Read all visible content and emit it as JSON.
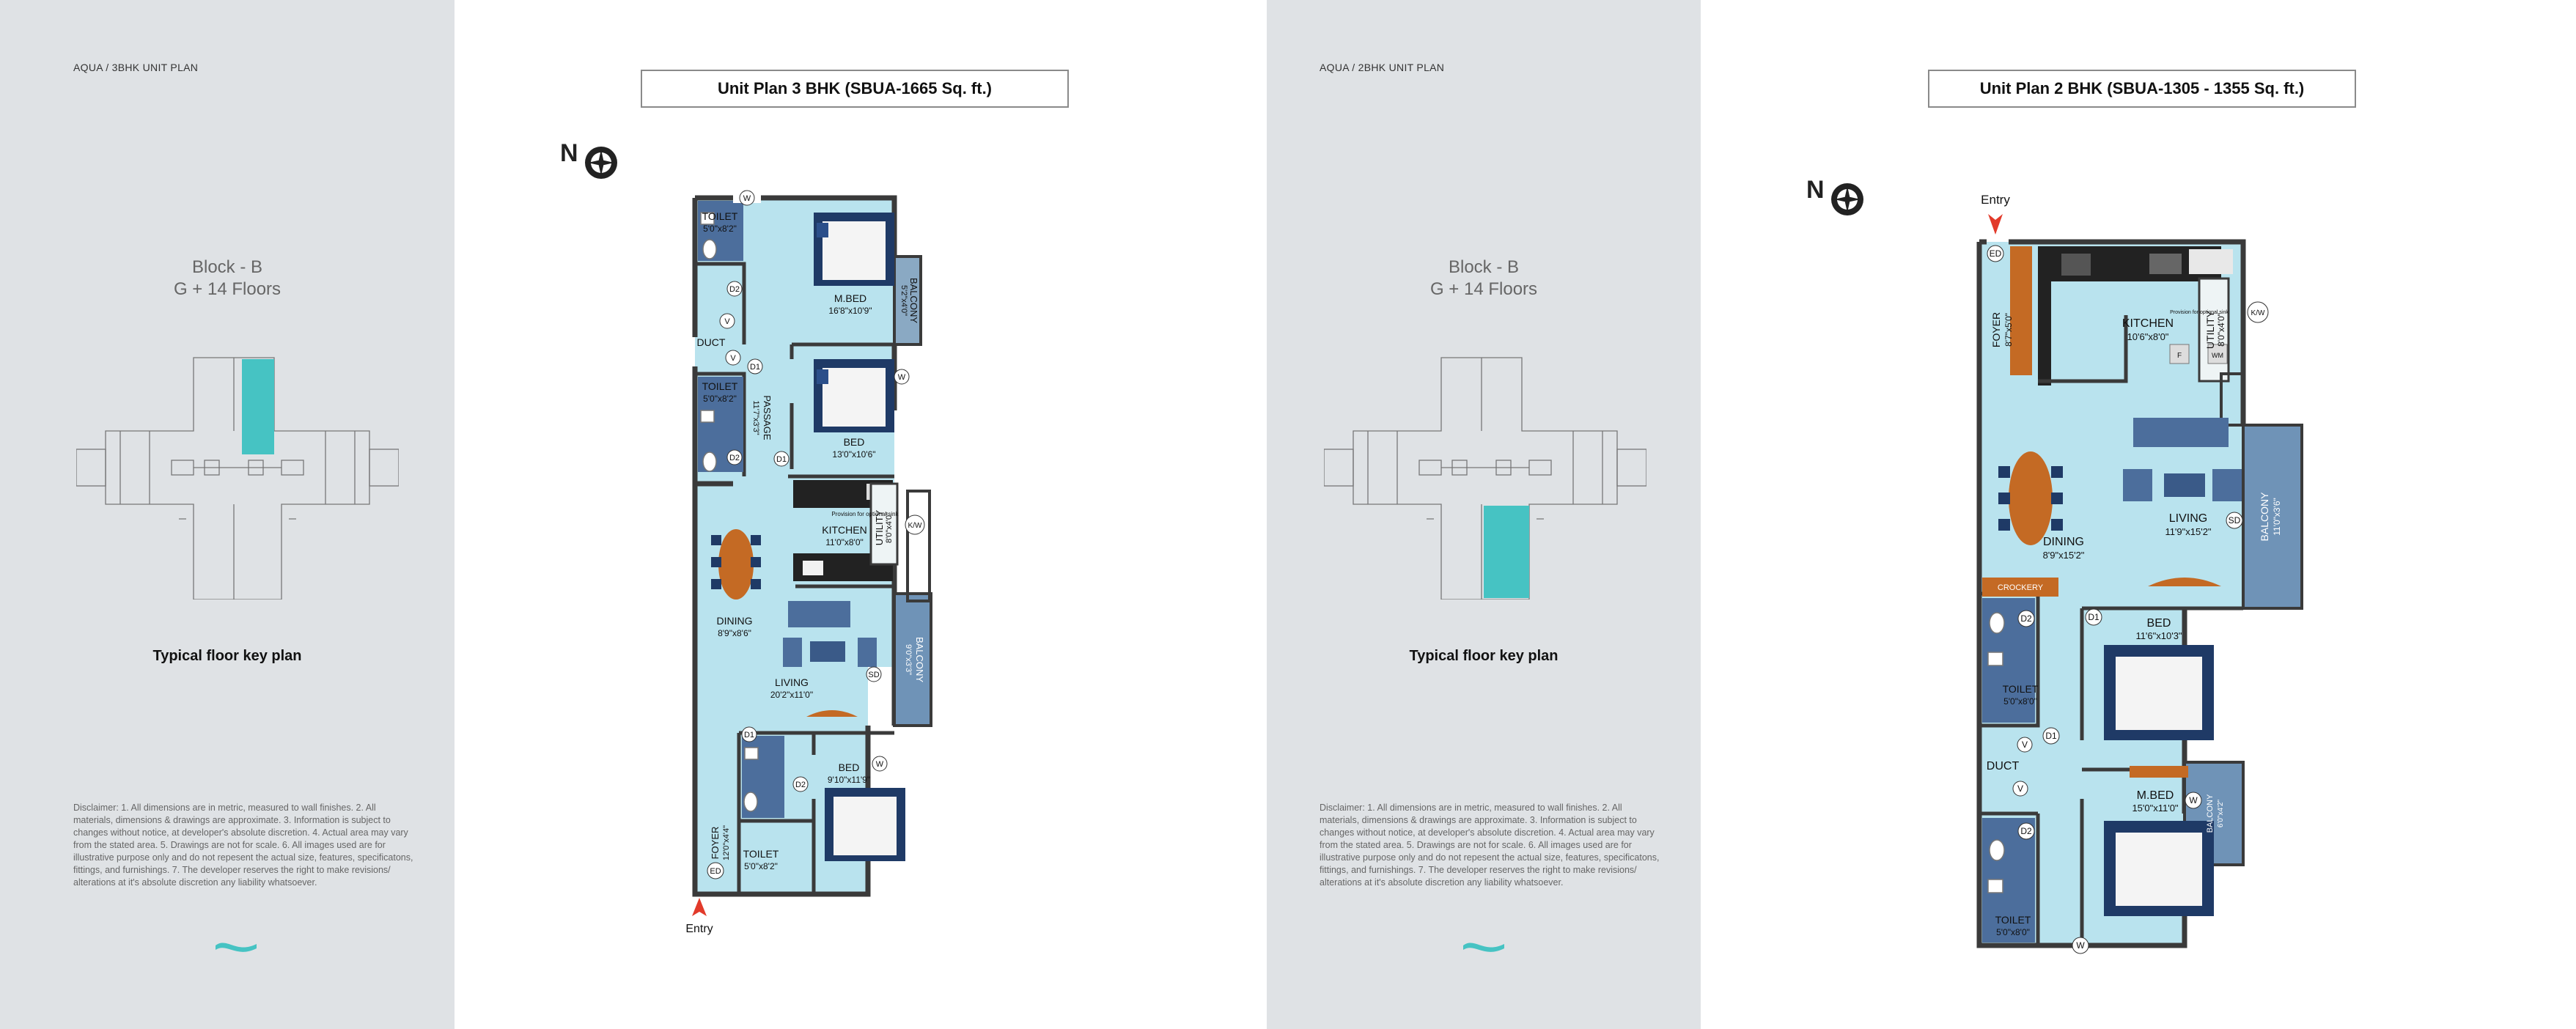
{
  "left_panel": {
    "breadcrumb": "AQUA  /  3BHK UNIT PLAN",
    "block": "Block - B",
    "floors": "G + 14 Floors",
    "keyplan_title": "Typical floor key plan",
    "disclaimer": "Disclaimer: 1. All dimensions are in metric, measured to wall finishes. 2. All materials, dimensions & drawings are approximate. 3. Information is subject to changes without notice, at developer's absolute discretion. 4. Actual area may vary from the stated area. 5. Drawings are not for scale. 6. All images used are for illustrative purpose only and do not repesent the actual size, features, specificatons, fittings, and furnishings. 7. The developer reserves the right to make revisions/ alterations at it's absolute discretion any liability whatsoever."
  },
  "plan_3bhk": {
    "title": "Unit Plan 3 BHK (SBUA-1665 Sq. ft.)",
    "north": "N",
    "entry": "Entry",
    "rooms": {
      "toilet1": "TOILET",
      "toilet1_dim": "5'0\"x8'2\"",
      "duct": "DUCT",
      "toilet2": "TOILET",
      "toilet2_dim": "5'0\"x8'2\"",
      "mbed": "M.BED",
      "mbed_dim": "16'8\"x10'9\"",
      "balcony1": "BALCONY",
      "balcony1_dim": "5'2\"x4'0\"",
      "passage": "PASSAGE",
      "passage_dim": "11'7\"x3'3\"",
      "bed": "BED",
      "bed_dim": "13'0\"x10'6\"",
      "kitchen": "KITCHEN",
      "kitchen_dim": "11'0\"x8'0\"",
      "utility": "UTILITY",
      "utility_dim": "8'0\"x4'0\"",
      "provision": "Provision for optional sink",
      "dining": "DINING",
      "dining_dim": "8'9\"x8'6\"",
      "living": "LIVING",
      "living_dim": "20'2\"x11'0\"",
      "balcony2": "BALCONY",
      "balcony2_dim": "9'0\"x3'3\"",
      "bed2": "BED",
      "bed2_dim": "9'10\"x11'9\"",
      "toilet3": "TOILET",
      "toilet3_dim": "5'0\"x8'2\"",
      "foyer": "FOYER",
      "foyer_dim": "12'0\"x4'4\""
    },
    "tags": {
      "w": "W",
      "v": "V",
      "d1": "D1",
      "d2": "D2",
      "kw": "K/W",
      "sd": "SD",
      "ed": "ED"
    }
  },
  "right_panel": {
    "breadcrumb": "AQUA  /  2BHK UNIT PLAN",
    "block": "Block - B",
    "floors": "G + 14 Floors",
    "keyplan_title": "Typical floor key plan",
    "disclaimer": "Disclaimer: 1. All dimensions are in metric, measured to wall finishes. 2. All materials, dimensions & drawings are approximate. 3. Information is subject to changes without notice, at developer's absolute discretion. 4. Actual area may vary from the stated area. 5. Drawings are not for scale. 6. All images used are for illustrative purpose only and do not repesent the actual size, features, specificatons, fittings, and furnishings. 7. The developer reserves the right to make revisions/ alterations at it's absolute discretion any liability whatsoever."
  },
  "plan_2bhk": {
    "title": "Unit Plan 2 BHK (SBUA-1305  - 1355 Sq. ft.)",
    "north": "N",
    "entry": "Entry",
    "rooms": {
      "foyer": "FOYER",
      "foyer_dim": "8'7\"x5'0\"",
      "kitchen": "KITCHEN",
      "kitchen_dim": "10'6\"x8'0\"",
      "utility": "UTILITY",
      "utility_dim": "8'0\"x4'0\"",
      "provision": "Provision for optional sink",
      "dining": "DINING",
      "dining_dim": "8'9\"x15'2\"",
      "living": "LIVING",
      "living_dim": "11'9\"x15'2\"",
      "balcony1": "BALCONY",
      "balcony1_dim": "11'0\"x3'6\"",
      "crockery": "CROCKERY",
      "bed": "BED",
      "bed_dim": "11'6\"x10'3\"",
      "toilet1": "TOILET",
      "toilet1_dim": "5'0\"x8'0\"",
      "duct": "DUCT",
      "mbed": "M.BED",
      "mbed_dim": "15'0\"x11'0\"",
      "balcony2": "BALCONY",
      "balcony2_dim": "6'0\"x4'2\"",
      "toilet2": "TOILET",
      "toilet2_dim": "5'0\"x8'0\""
    },
    "tags": {
      "w": "W",
      "v": "V",
      "d1": "D1",
      "d2": "D2",
      "kw": "K/W",
      "sd": "SD",
      "ed": "ED",
      "f": "F",
      "wm": "WM"
    }
  },
  "colors": {
    "floor": "#b9e3ee",
    "wall": "#3a3a3a",
    "accent": "#46c3c3",
    "entry_arrow": "#e23a2a",
    "wood": "#c46a24",
    "navy": "#1f3a66"
  }
}
